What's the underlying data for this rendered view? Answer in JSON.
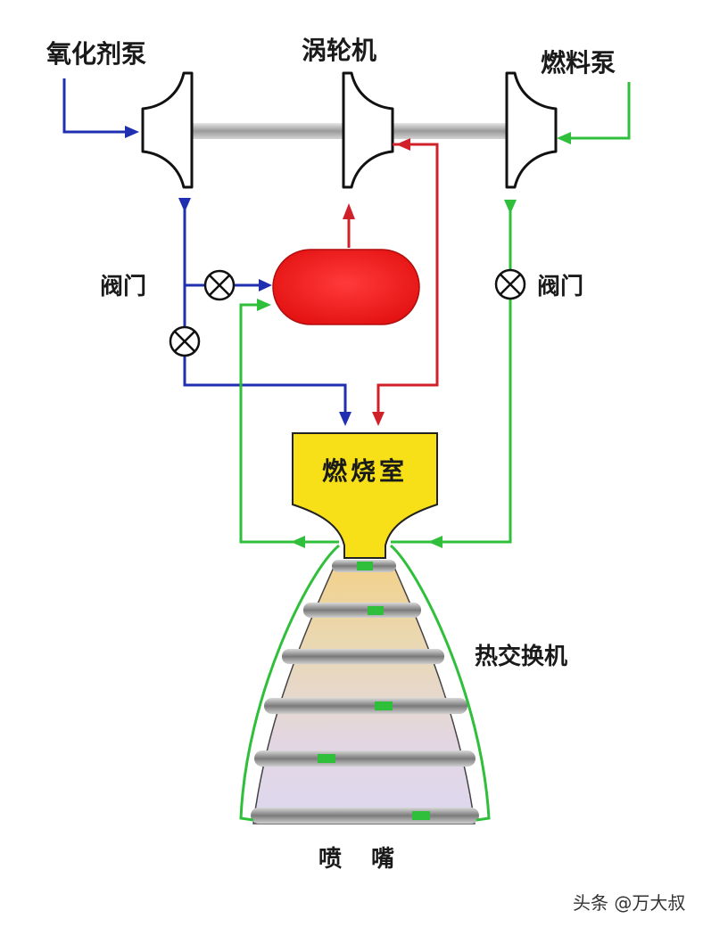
{
  "labels": {
    "oxidizer_pump": "氧化剂泵",
    "turbine": "涡轮机",
    "fuel_pump": "燃料泵",
    "valve_left": "阀门",
    "valve_right": "阀门",
    "combustion_chamber": "燃烧室",
    "heat_exchanger": "热交换机",
    "nozzle": "喷 嘴",
    "watermark": "头条 @万大叔"
  },
  "colors": {
    "oxidizer_line": "#1f2fb0",
    "fuel_line": "#2fbf3a",
    "hot_gas_line": "#d0202a",
    "gas_generator": "#ee1c1c",
    "chamber": "#f7e017",
    "shaft": "#b8b8b8"
  },
  "icons": {
    "valve": "valve-cross-circle-icon",
    "pump": "pump-impeller-icon",
    "arrow": "flow-arrow-icon"
  }
}
